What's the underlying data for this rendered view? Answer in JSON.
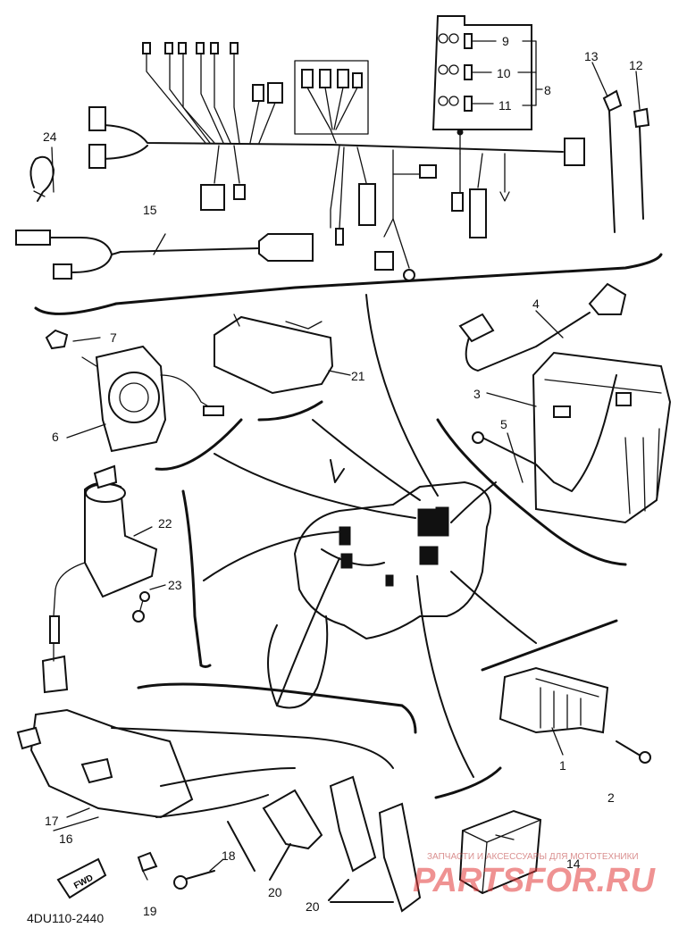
{
  "drawing_code": "4DU110-2440",
  "fwd_label": "FWD",
  "watermark": {
    "tagline": "ЗАПЧАСТИ И АКСЕССУАРЫ ДЛЯ МОТОТЕХНИКИ",
    "brand": "PARTSFOR.RU"
  },
  "callouts": [
    "1",
    "2",
    "3",
    "4",
    "5",
    "6",
    "7",
    "8",
    "9",
    "10",
    "11",
    "12",
    "13",
    "14",
    "15",
    "16",
    "17",
    "18",
    "19",
    "20",
    "21",
    "22",
    "23",
    "24"
  ],
  "colors": {
    "ink": "#111111",
    "watermark": "#e23a3a",
    "background": "#ffffff"
  }
}
